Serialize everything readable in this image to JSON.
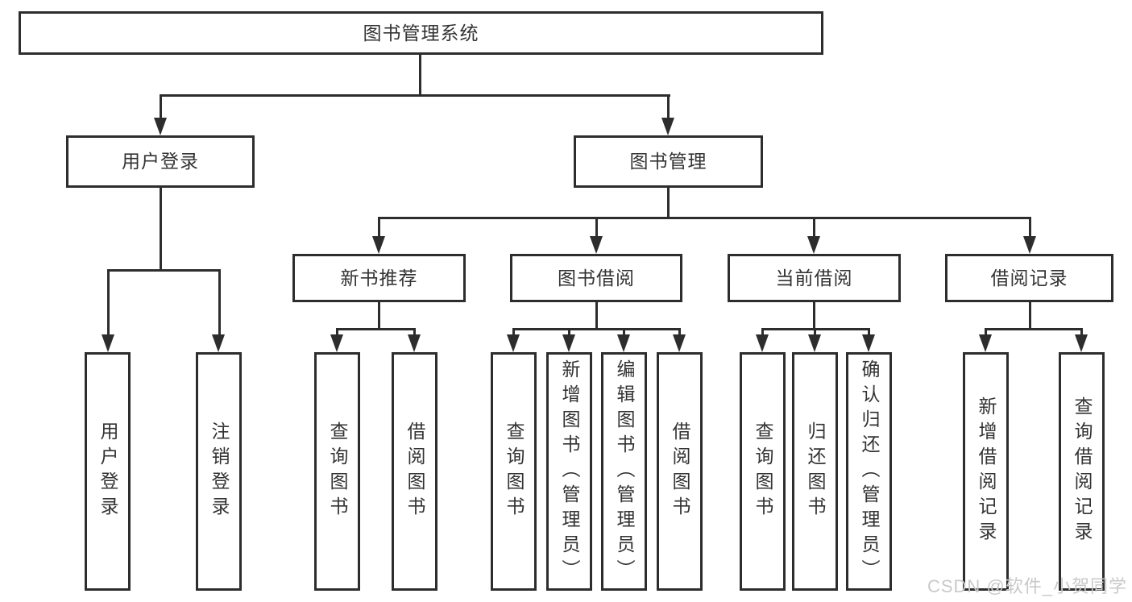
{
  "diagram": {
    "stroke_color": "#2d2d2d",
    "text_color": "#333333",
    "root": {
      "label": "图书管理系统"
    },
    "level2": {
      "user_login": {
        "label": "用户登录"
      },
      "book_management": {
        "label": "图书管理"
      }
    },
    "level3": {
      "new_book_recommend": {
        "label": "新书推荐"
      },
      "book_borrowing": {
        "label": "图书借阅"
      },
      "current_borrowing": {
        "label": "当前借阅"
      },
      "borrowing_records": {
        "label": "借阅记录"
      }
    },
    "leaves": {
      "user_login": {
        "label": "用户登录"
      },
      "logout": {
        "label": "注销登录"
      },
      "query_books_recommend": {
        "label": "查询图书"
      },
      "borrow_books_recommend": {
        "label": "借阅图书"
      },
      "query_books_borrowing": {
        "label": "查询图书"
      },
      "add_books_admin": {
        "label": "新增图书（管理员）"
      },
      "edit_books_admin": {
        "label": "编辑图书（管理员）"
      },
      "borrow_books_borrowing": {
        "label": "借阅图书"
      },
      "query_books_current": {
        "label": "查询图书"
      },
      "return_books": {
        "label": "归还图书"
      },
      "confirm_return_admin": {
        "label": "确认归还（管理员）"
      },
      "add_borrow_record": {
        "label": "新增借阅记录"
      },
      "query_borrow_record": {
        "label": "查询借阅记录"
      }
    }
  },
  "watermark": {
    "text": "CSDN @软件_小贺同学",
    "color": "#c9c9c9"
  }
}
